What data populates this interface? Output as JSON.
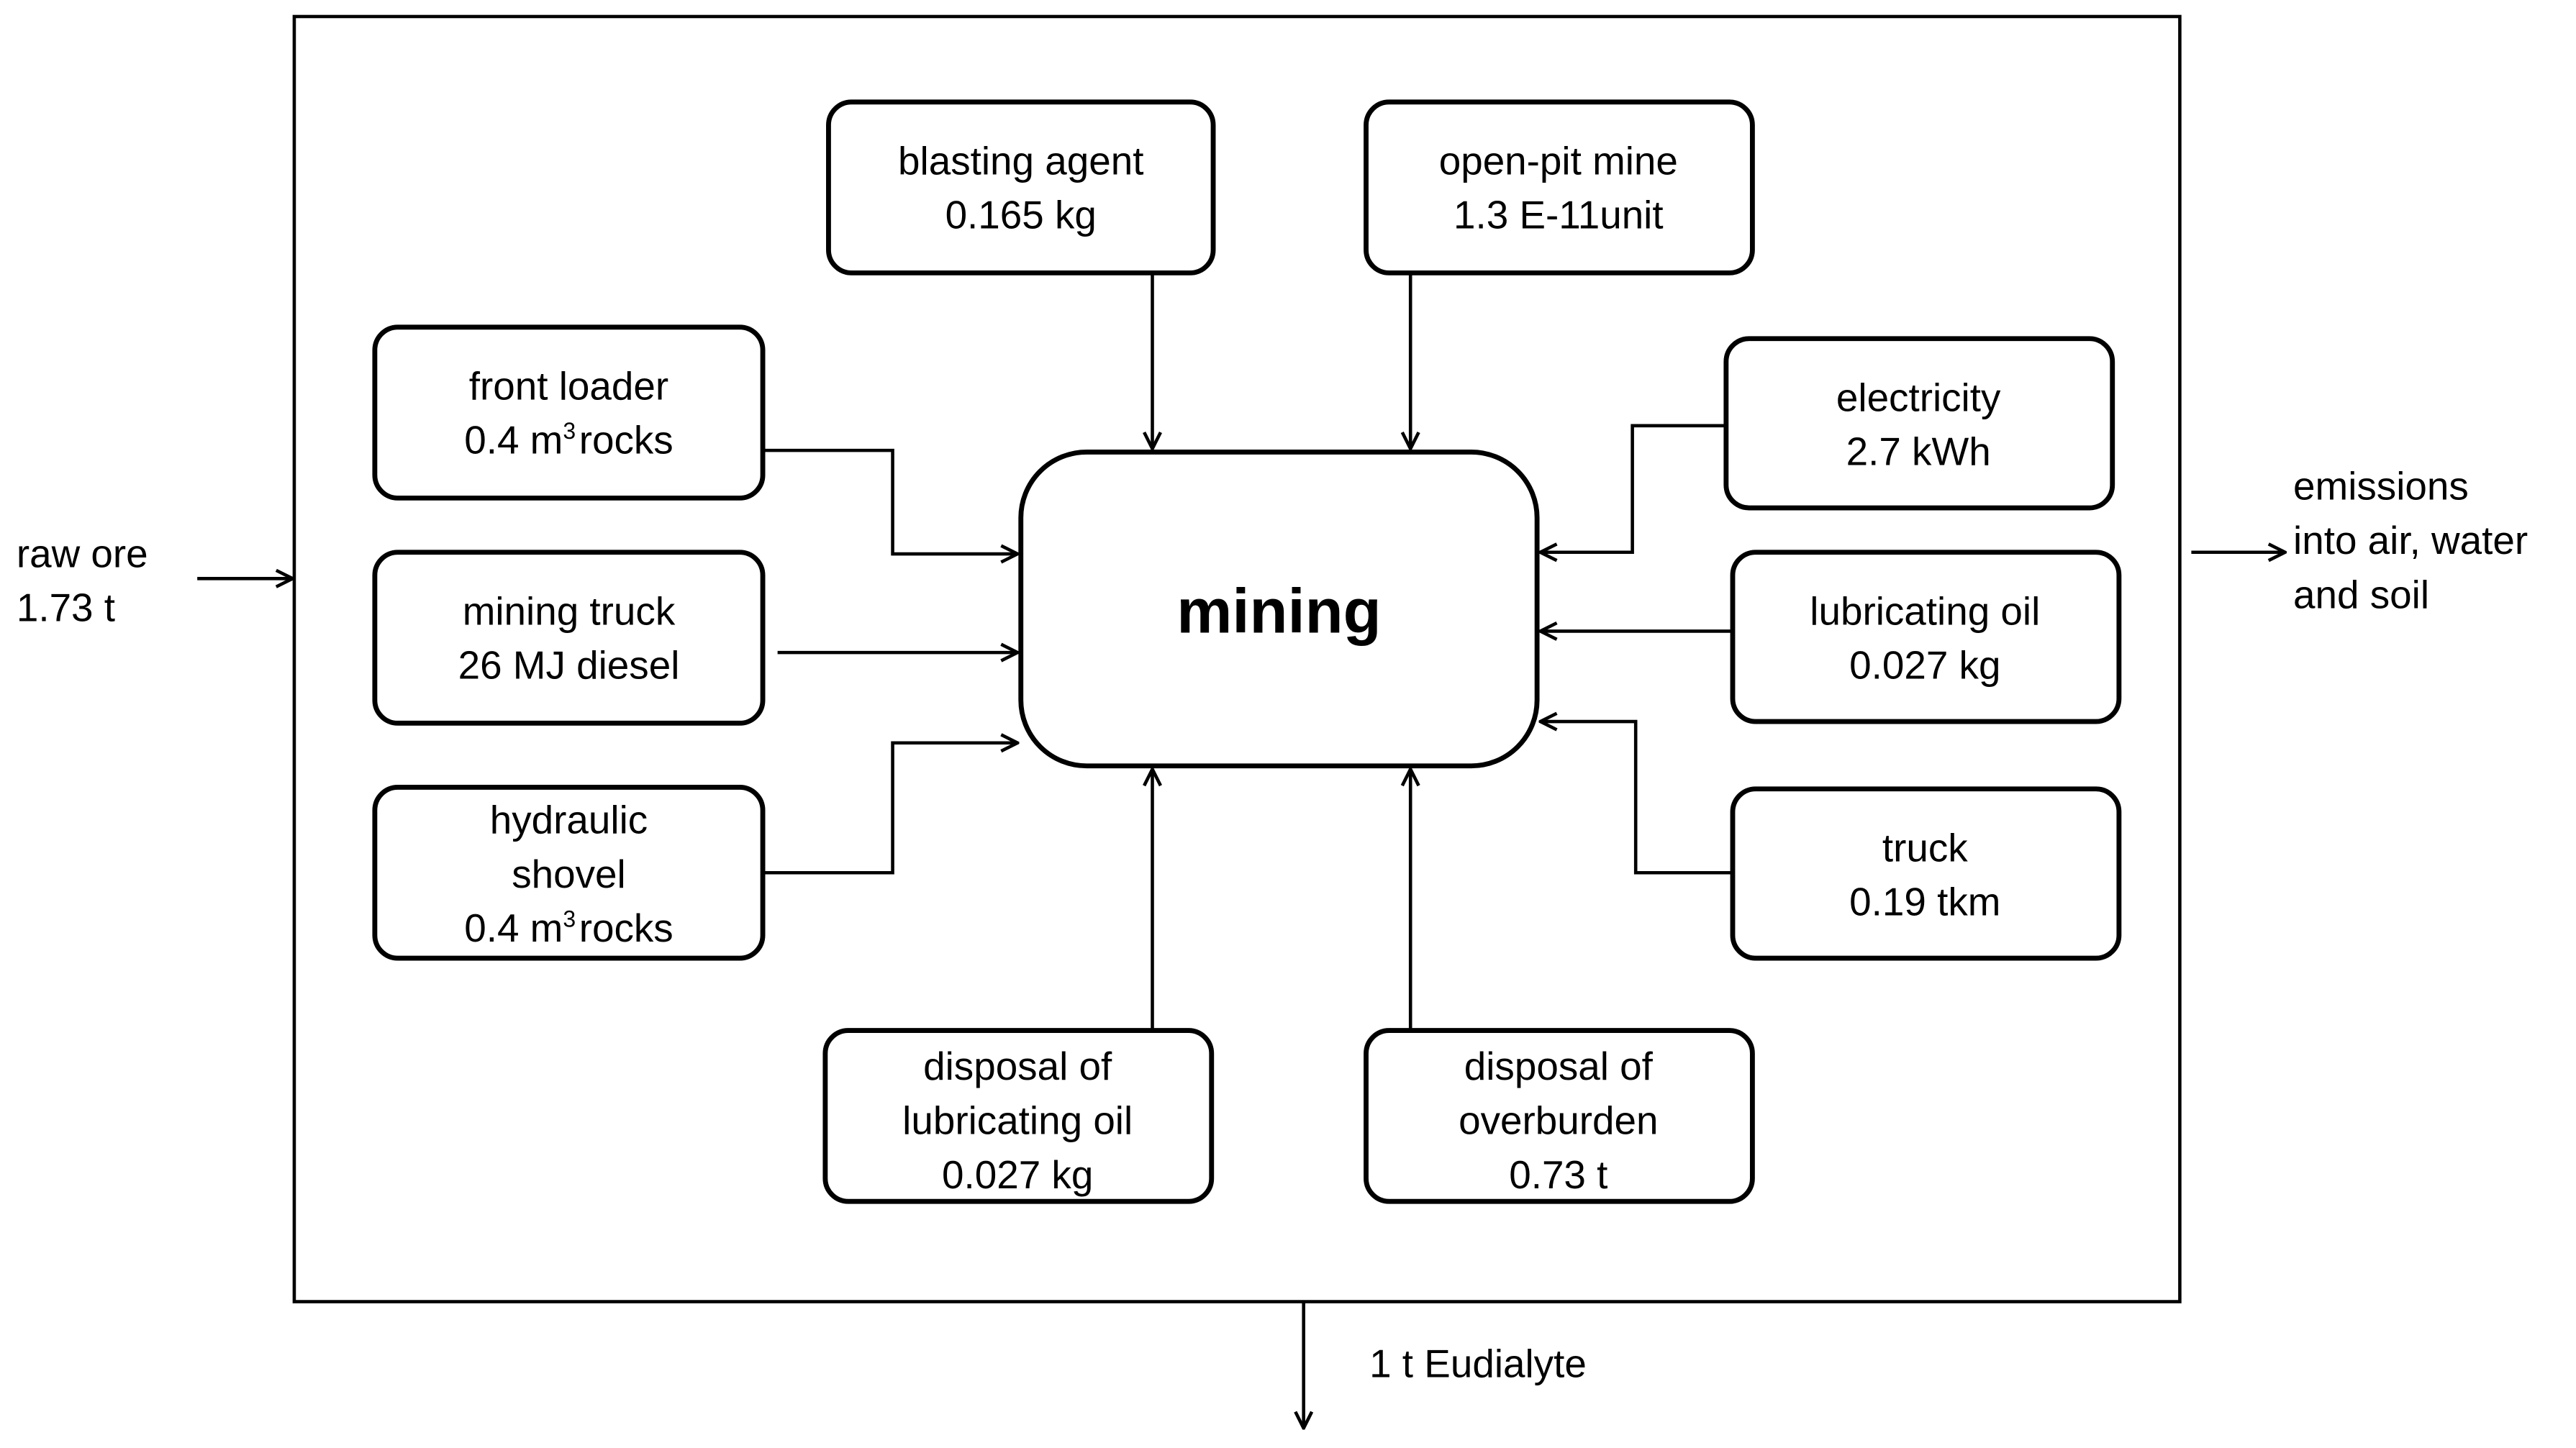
{
  "center_process": "mining",
  "inputs_top": [
    {
      "name": "blasting agent",
      "amount": "0.165 kg"
    },
    {
      "name": "open-pit mine",
      "amount": "1.3 E-11unit"
    }
  ],
  "inputs_left": [
    {
      "name": "front loader",
      "amount_prefix": "0.4 m",
      "superscript": "3",
      "amount_suffix": "rocks"
    },
    {
      "name": "mining truck",
      "amount": "26 MJ diesel"
    },
    {
      "name_line1": "hydraulic",
      "name_line2": "shovel",
      "amount_prefix": "0.4 m",
      "superscript": "3",
      "amount_suffix": "rocks"
    }
  ],
  "inputs_right": [
    {
      "name": "electricity",
      "amount": "2.7 kWh"
    },
    {
      "name": "lubricating oil",
      "amount": "0.027 kg"
    },
    {
      "name": "truck",
      "amount": "0.19 tkm"
    }
  ],
  "inputs_bottom": [
    {
      "name_line1": "disposal of",
      "name_line2": "lubricating oil",
      "amount": "0.027 kg"
    },
    {
      "name_line1": "disposal of",
      "name_line2": "overburden",
      "amount": "0.73 t"
    }
  ],
  "external": {
    "raw_ore": {
      "line1": "raw ore",
      "line2": "1.73 t"
    },
    "emissions": {
      "line1": "emissions",
      "line2": "into air, water",
      "line3": "and soil"
    },
    "product": "1 t Eudialyte"
  }
}
